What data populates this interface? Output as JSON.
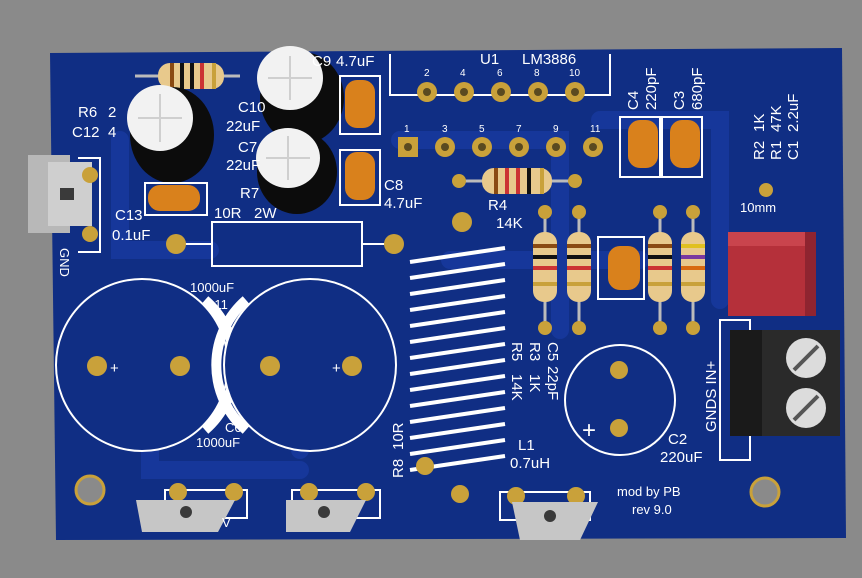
{
  "colors": {
    "background": "#8a8a8a",
    "board": "#102e84",
    "board_trace": "#16379a",
    "silkscreen": "#ffffff",
    "pad": "#c9a13a",
    "cap_tantalum": "#d9811c",
    "resistor_body": "#e8c98c",
    "electrolytic_top": "#f2f2f2",
    "terminal_block": "#1a1a1a",
    "film_cap": "#b5303a"
  },
  "silkscreen": {
    "u1": "U1",
    "lm3886": "LM3886",
    "pins_top": [
      "2",
      "4",
      "6",
      "8",
      "10"
    ],
    "pins_bottom": [
      "1",
      "3",
      "5",
      "7",
      "9",
      "11"
    ],
    "c9": "C9",
    "c9_val": "4.7uF",
    "c10": "C10",
    "c10_val": "22uF",
    "c7": "C7",
    "c7_val": "22uF",
    "c8": "C8",
    "c8_val": "4.7uF",
    "r6": "R6",
    "r6_val": "2",
    "c12": "C12",
    "c12_val": "4",
    "r7": "R7",
    "r7_val": "2W",
    "r7_res": "10R",
    "c13": "C13",
    "c13_val": "0.1uF",
    "gnd": "GND",
    "c4": "C4",
    "c4_val": "220pF",
    "c3": "C3",
    "c3_val": "680pF",
    "r2": "R2",
    "r2_val": "1K",
    "r1": "R1",
    "r1_val": "47K",
    "c1": "C1",
    "c1_val": "2.2uF",
    "mm10": "10mm",
    "r4": "R4",
    "r4_val": "14K",
    "c11_val": "1000uF",
    "c11": "C11",
    "c6": "C6",
    "c6_val": "1000uF",
    "r5": "R5",
    "r3": "R3",
    "c5": "C5",
    "r5_val": "14K",
    "r3_val": "1K",
    "c5_val": "22pF",
    "r8": "R8",
    "r8_val": "10R",
    "l1": "L1",
    "l1_val": "0.7uH",
    "c2": "C2",
    "c2_val": "220uF",
    "gnds_in": "GNDS IN+",
    "credit": "mod by PB",
    "rev": "rev 9.0",
    "plus": "+",
    "v_partial": "V"
  }
}
